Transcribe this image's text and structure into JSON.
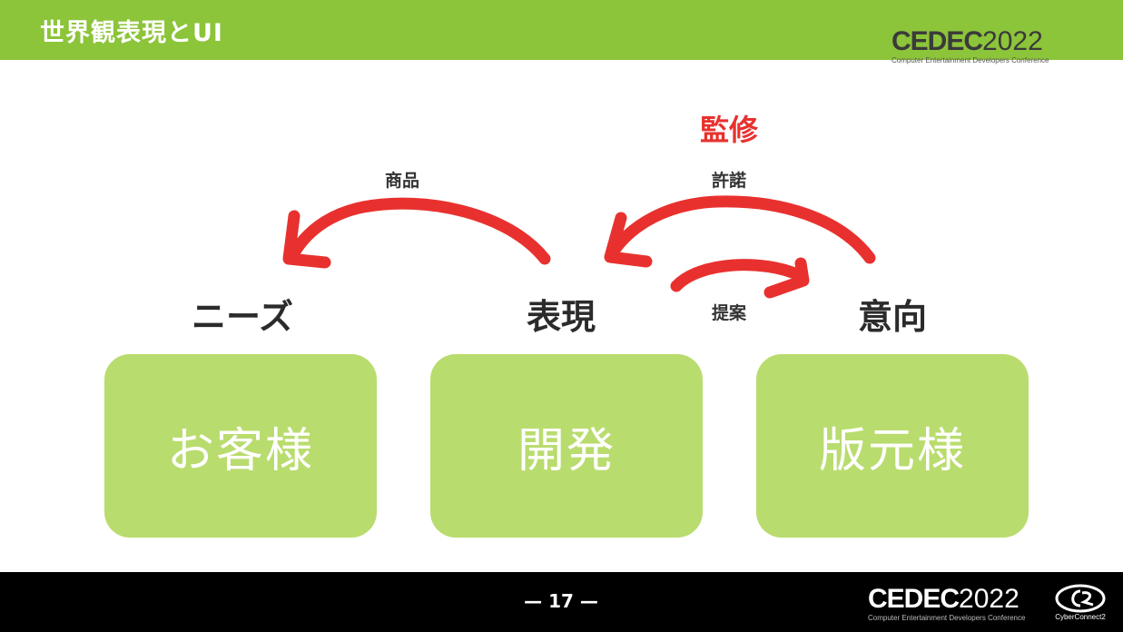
{
  "header": {
    "title": "世界観表現とUI",
    "logo": {
      "word": "CEDEC",
      "year": "2022",
      "subtitle": "Computer Entertainment Developers Conference"
    }
  },
  "diagram": {
    "supervision_label": "監修",
    "arrow_labels": {
      "product": "商品",
      "permission": "許諾",
      "proposal": "提案"
    },
    "roles": {
      "needs": "ニーズ",
      "expression": "表現",
      "intent": "意向"
    },
    "boxes": {
      "customer": "お客様",
      "development": "開発",
      "publisher": "版元様"
    }
  },
  "footer": {
    "page_number": "— 17 —",
    "logo": {
      "word": "CEDEC",
      "year": "2022",
      "subtitle": "Computer Entertainment Developers Conference"
    },
    "company": "CyberConnect2"
  },
  "colors": {
    "header_green": "#8cc43a",
    "box_green": "#b9dc6e",
    "arrow_red": "#e8312e",
    "footer_black": "#000000"
  }
}
